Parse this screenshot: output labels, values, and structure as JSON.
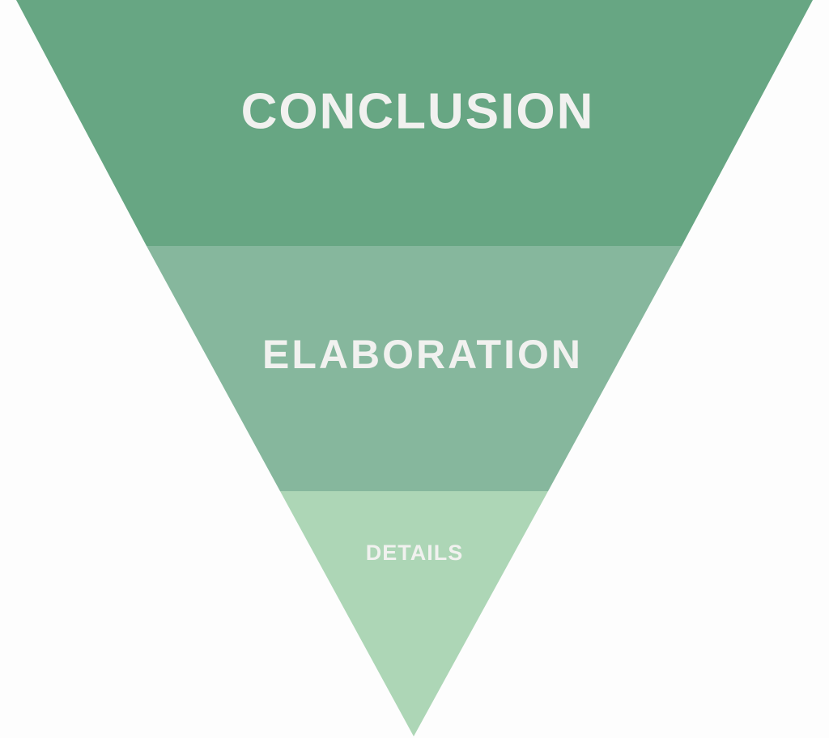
{
  "diagram": {
    "type": "inverted-pyramid",
    "tiers": [
      {
        "label": "CONCLUSION",
        "color": "#67a683"
      },
      {
        "label": "ELABORATION",
        "color": "#86b79d"
      },
      {
        "label": "DETAILS",
        "color": "#add6b6"
      }
    ]
  }
}
